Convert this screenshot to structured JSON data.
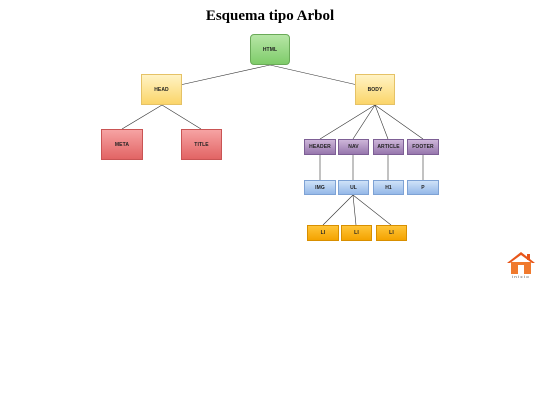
{
  "page": {
    "title": "Esquema tipo Arbol"
  },
  "nodes": {
    "html": "HTML",
    "head": "HEAD",
    "body": "BODY",
    "meta": "META",
    "title": "TITLE",
    "header": "HEADER",
    "nav": "NAV",
    "article": "ARTICLE",
    "footer": "FOOTER",
    "img": "IMG",
    "ul": "UL",
    "h1": "H1",
    "p": "P",
    "li1": "LI",
    "li2": "LI",
    "li3": "LI"
  },
  "home": {
    "label": "inicio",
    "icon": "home-icon",
    "color": "#e8561a"
  },
  "colors": {
    "green": "#7fcc6a",
    "yellow": "#fbd56a",
    "red": "#e26464",
    "purple": "#9777ad",
    "blue": "#95b8e8",
    "orange": "#f4a300"
  }
}
